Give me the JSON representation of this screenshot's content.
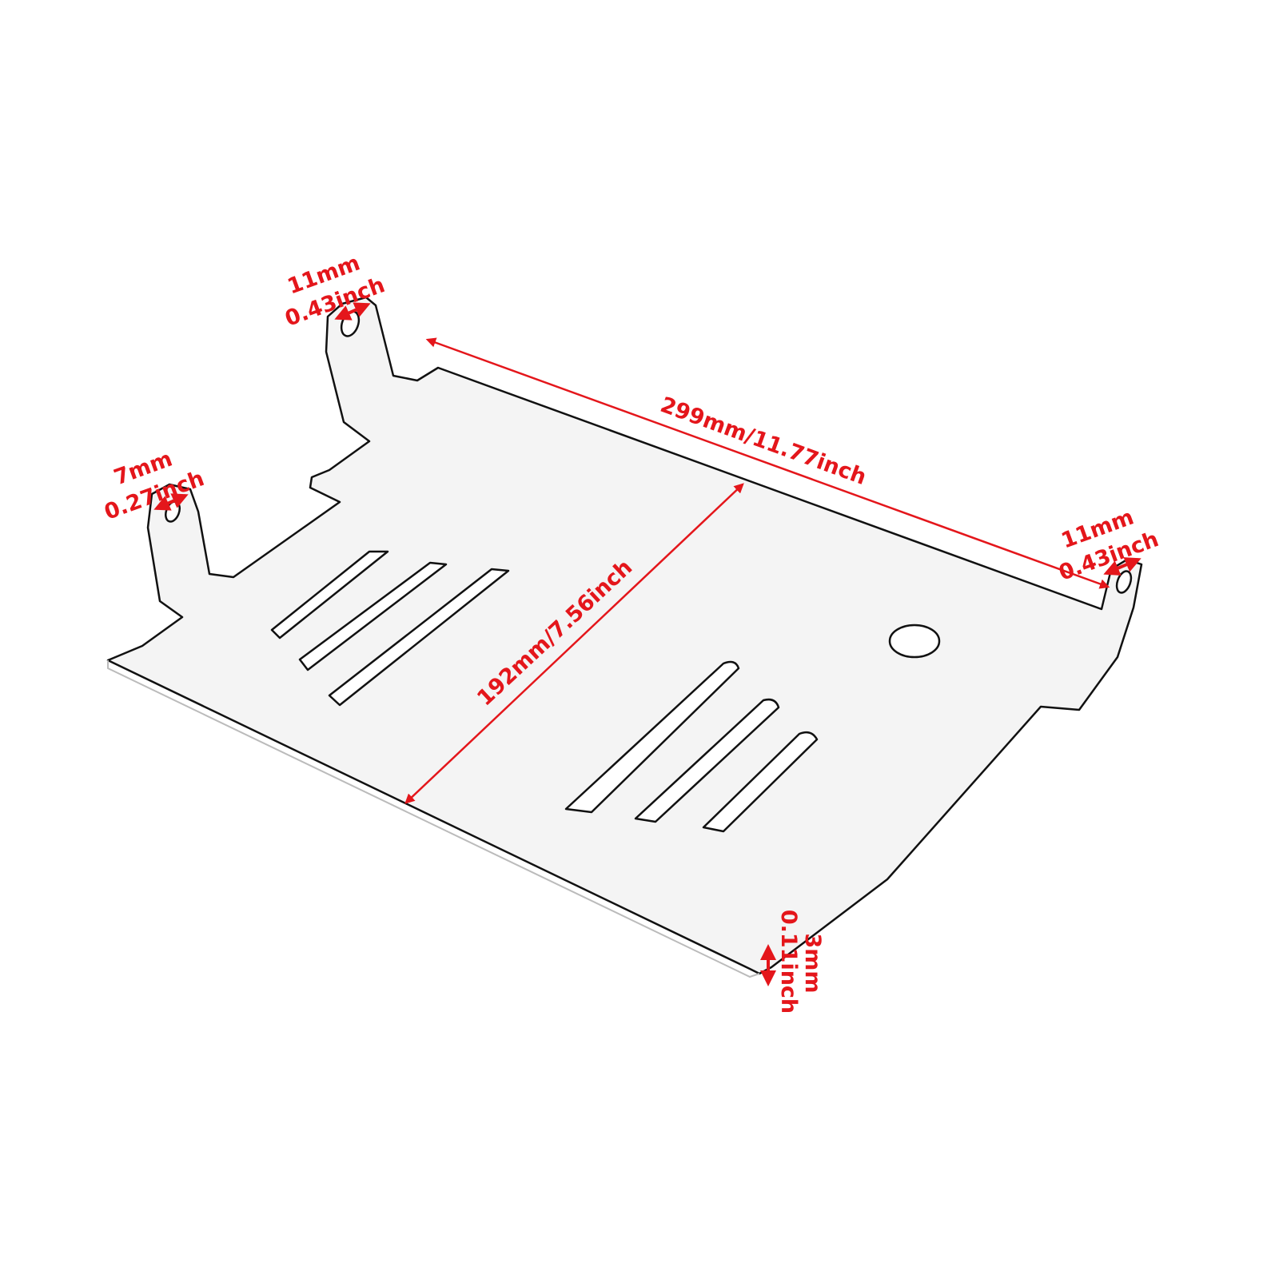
{
  "colors": {
    "dimension": "#e4161b",
    "outline": "#111111",
    "plate": "#f4f4f4"
  },
  "dimensions": {
    "length": {
      "label": "299mm/11.77inch"
    },
    "width": {
      "label": "192mm/7.56inch"
    },
    "hole_top_left": {
      "line1": "11mm",
      "line2": "0.43inch"
    },
    "hole_left": {
      "line1": "7mm",
      "line2": "0.27inch"
    },
    "hole_right": {
      "line1": "11mm",
      "line2": "0.43inch"
    },
    "thickness": {
      "line1": "3mm",
      "line2": "0.11inch"
    }
  }
}
